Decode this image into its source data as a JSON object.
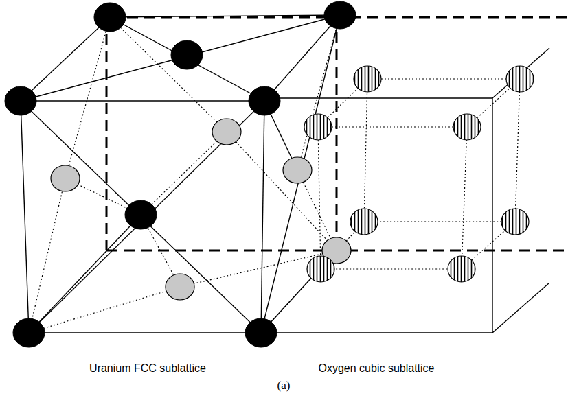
{
  "diagram": {
    "caption": "(a)",
    "labels": [
      "Uranium FCC sublattice",
      "Oxygen cubic sublattice"
    ]
  }
}
